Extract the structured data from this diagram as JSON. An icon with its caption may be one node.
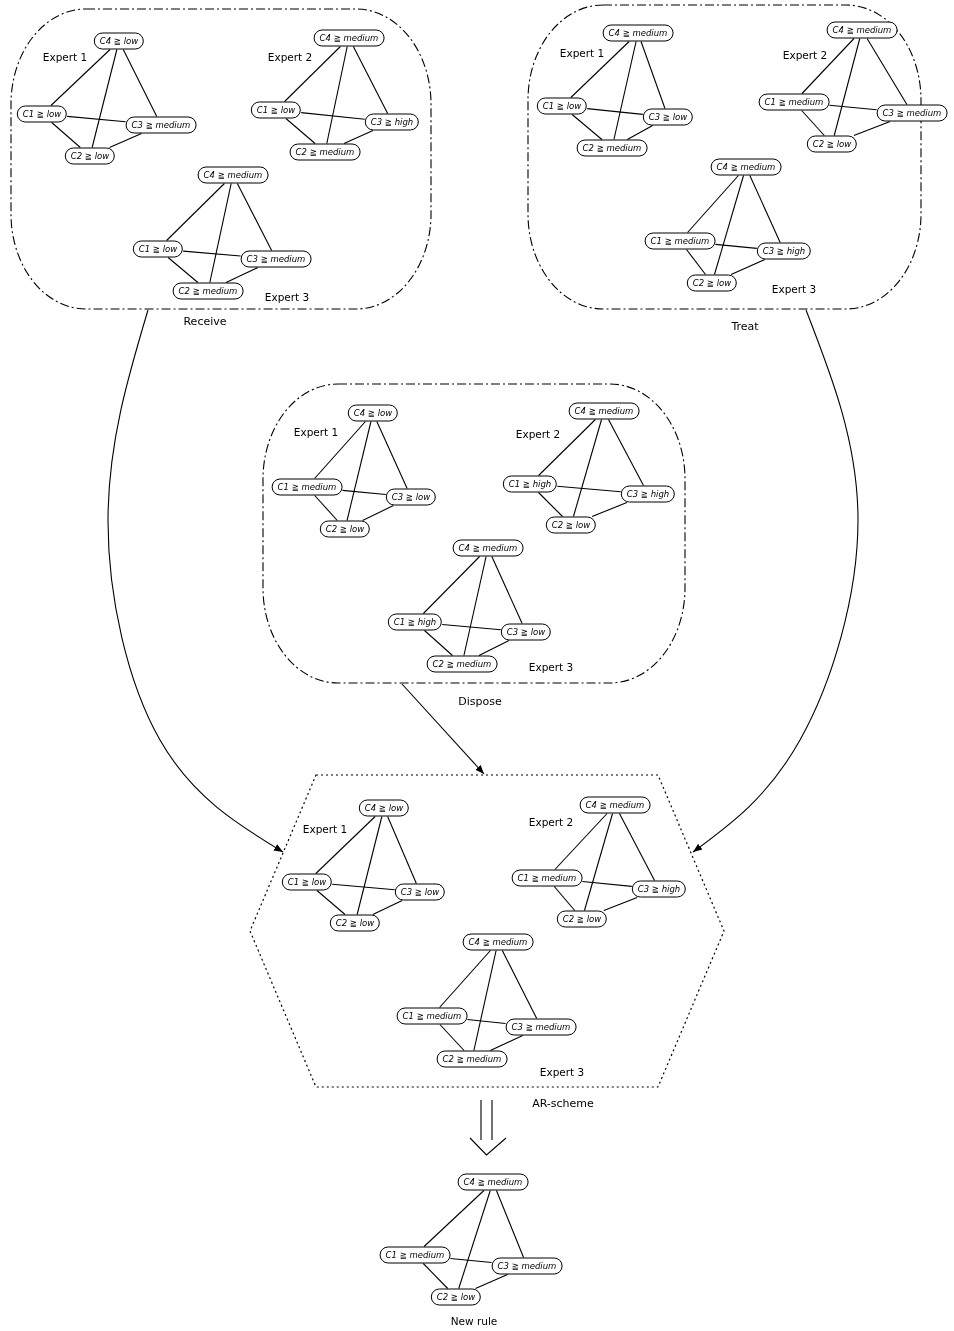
{
  "diagram": {
    "nodes": [
      {
        "text": [
          "Receive"
        ]
      },
      {
        "text": [
          "C4 ≧ low"
        ],
        "in": 0
      },
      {
        "text": [
          "C1 ≧ low"
        ],
        "in": 0
      },
      {
        "text": [
          "C3 ≧ medium"
        ],
        "in": 0
      },
      {
        "text": [
          "C2 ≧ low"
        ],
        "in": 0
      },
      {
        "text": [
          "C4 ≧ medium"
        ],
        "in": 0
      },
      {
        "text": [
          "C1 ≧ low"
        ],
        "in": 0
      },
      {
        "text": [
          "C3 ≧ high"
        ],
        "in": 0
      },
      {
        "text": [
          "C2 ≧ medium"
        ],
        "in": 0
      },
      {
        "text": [
          "C4 ≧ medium"
        ],
        "in": 0
      },
      {
        "text": [
          "C1 ≧ low"
        ],
        "in": 0
      },
      {
        "text": [
          "C3 ≧ medium"
        ],
        "in": 0
      },
      {
        "text": [
          "C2 ≧ medium"
        ],
        "in": 0
      },
      {
        "text": [
          "Treat"
        ]
      },
      {
        "text": [
          "C4 ≧ medium"
        ],
        "in": 13
      },
      {
        "text": [
          "C1 ≧ low"
        ],
        "in": 13
      },
      {
        "text": [
          "C3 ≧ low"
        ],
        "in": 13
      },
      {
        "text": [
          "C2 ≧ medium"
        ],
        "in": 13
      },
      {
        "text": [
          "C4 ≧ medium"
        ],
        "in": 13
      },
      {
        "text": [
          "C1 ≧ medium"
        ],
        "in": 13
      },
      {
        "text": [
          "C3 ≧ medium"
        ],
        "in": 13
      },
      {
        "text": [
          "C2 ≧ low"
        ],
        "in": 13
      },
      {
        "text": [
          "C4 ≧ medium"
        ],
        "in": 13
      },
      {
        "text": [
          "C1 ≧ medium"
        ],
        "in": 13
      },
      {
        "text": [
          "C3 ≧ high"
        ],
        "in": 13
      },
      {
        "text": [
          "C2 ≧ low"
        ],
        "in": 13
      },
      {
        "text": [
          "Dispose"
        ]
      },
      {
        "text": [
          "C4 ≧ low"
        ],
        "in": 26
      },
      {
        "text": [
          "C1 ≧ medium"
        ],
        "in": 26
      },
      {
        "text": [
          "C3 ≧ low"
        ],
        "in": 26
      },
      {
        "text": [
          "C2 ≧ low"
        ],
        "in": 26
      },
      {
        "text": [
          "C4 ≧ medium"
        ],
        "in": 26
      },
      {
        "text": [
          "C1 ≧ high"
        ],
        "in": 26
      },
      {
        "text": [
          "C3 ≧ high"
        ],
        "in": 26
      },
      {
        "text": [
          "C2 ≧ low"
        ],
        "in": 26
      },
      {
        "text": [
          "C4 ≧ medium"
        ],
        "in": 26
      },
      {
        "text": [
          "C1 ≧ high"
        ],
        "in": 26
      },
      {
        "text": [
          "C3 ≧ low"
        ],
        "in": 26
      },
      {
        "text": [
          "C2 ≧ medium"
        ],
        "in": 26
      },
      {
        "text": [
          "AR-scheme"
        ]
      },
      {
        "text": [
          "C4 ≧ low"
        ],
        "in": 39
      },
      {
        "text": [
          "C1 ≧ low"
        ],
        "in": 39
      },
      {
        "text": [
          "C3 ≧ low"
        ],
        "in": 39
      },
      {
        "text": [
          "C2 ≧ low"
        ],
        "in": 39
      },
      {
        "text": [
          "C4 ≧ medium"
        ],
        "in": 39
      },
      {
        "text": [
          "C1 ≧ medium"
        ],
        "in": 39
      },
      {
        "text": [
          "C3 ≧ high"
        ],
        "in": 39
      },
      {
        "text": [
          "C2 ≧ low"
        ],
        "in": 39
      },
      {
        "text": [
          "C4 ≧ medium"
        ],
        "in": 39
      },
      {
        "text": [
          "C1 ≧ medium"
        ],
        "in": 39
      },
      {
        "text": [
          "C3 ≧ medium"
        ],
        "in": 39
      },
      {
        "text": [
          "C2 ≧ medium"
        ],
        "in": 39
      },
      {
        "text": [
          "C4 ≧ medium"
        ]
      },
      {
        "text": [
          "C1 ≧ medium"
        ]
      },
      {
        "text": [
          "C3 ≧ medium"
        ]
      },
      {
        "text": [
          "C2 ≧ low"
        ]
      }
    ],
    "edges": [
      {
        "from": 1,
        "to": 2,
        "arrow": "none"
      },
      {
        "from": 1,
        "to": 4,
        "arrow": "none"
      },
      {
        "from": 1,
        "to": 3,
        "arrow": "none"
      },
      {
        "from": 2,
        "to": 4,
        "arrow": "none"
      },
      {
        "from": 2,
        "to": 3,
        "arrow": "none"
      },
      {
        "from": 4,
        "to": 3,
        "arrow": "none"
      },
      {
        "from": 5,
        "to": 6,
        "arrow": "none"
      },
      {
        "from": 5,
        "to": 8,
        "arrow": "none"
      },
      {
        "from": 5,
        "to": 7,
        "arrow": "none"
      },
      {
        "from": 6,
        "to": 8,
        "arrow": "none"
      },
      {
        "from": 6,
        "to": 7,
        "arrow": "none"
      },
      {
        "from": 8,
        "to": 7,
        "arrow": "none"
      },
      {
        "from": 9,
        "to": 10,
        "arrow": "none"
      },
      {
        "from": 9,
        "to": 12,
        "arrow": "none"
      },
      {
        "from": 9,
        "to": 11,
        "arrow": "none"
      },
      {
        "from": 10,
        "to": 12,
        "arrow": "none"
      },
      {
        "from": 10,
        "to": 11,
        "arrow": "none"
      },
      {
        "from": 12,
        "to": 11,
        "arrow": "none"
      },
      {
        "from": 14,
        "to": 15,
        "arrow": "none"
      },
      {
        "from": 14,
        "to": 17,
        "arrow": "none"
      },
      {
        "from": 14,
        "to": 16,
        "arrow": "none"
      },
      {
        "from": 15,
        "to": 17,
        "arrow": "none"
      },
      {
        "from": 15,
        "to": 16,
        "arrow": "none"
      },
      {
        "from": 17,
        "to": 16,
        "arrow": "none"
      },
      {
        "from": 18,
        "to": 19,
        "arrow": "none"
      },
      {
        "from": 18,
        "to": 21,
        "arrow": "none"
      },
      {
        "from": 18,
        "to": 20,
        "arrow": "none"
      },
      {
        "from": 19,
        "to": 21,
        "arrow": "none"
      },
      {
        "from": 19,
        "to": 20,
        "arrow": "none"
      },
      {
        "from": 21,
        "to": 20,
        "arrow": "none"
      },
      {
        "from": 22,
        "to": 23,
        "arrow": "none"
      },
      {
        "from": 22,
        "to": 25,
        "arrow": "none"
      },
      {
        "from": 22,
        "to": 24,
        "arrow": "none"
      },
      {
        "from": 23,
        "to": 25,
        "arrow": "none"
      },
      {
        "from": 23,
        "to": 24,
        "arrow": "none"
      },
      {
        "from": 25,
        "to": 24,
        "arrow": "none"
      },
      {
        "from": 27,
        "to": 28,
        "arrow": "none"
      },
      {
        "from": 27,
        "to": 30,
        "arrow": "none"
      },
      {
        "from": 27,
        "to": 29,
        "arrow": "none"
      },
      {
        "from": 28,
        "to": 30,
        "arrow": "none"
      },
      {
        "from": 28,
        "to": 29,
        "arrow": "none"
      },
      {
        "from": 30,
        "to": 29,
        "arrow": "none"
      },
      {
        "from": 31,
        "to": 32,
        "arrow": "none"
      },
      {
        "from": 31,
        "to": 34,
        "arrow": "none"
      },
      {
        "from": 31,
        "to": 33,
        "arrow": "none"
      },
      {
        "from": 32,
        "to": 34,
        "arrow": "none"
      },
      {
        "from": 32,
        "to": 33,
        "arrow": "none"
      },
      {
        "from": 34,
        "to": 33,
        "arrow": "none"
      },
      {
        "from": 35,
        "to": 36,
        "arrow": "none"
      },
      {
        "from": 35,
        "to": 38,
        "arrow": "none"
      },
      {
        "from": 35,
        "to": 37,
        "arrow": "none"
      },
      {
        "from": 36,
        "to": 38,
        "arrow": "none"
      },
      {
        "from": 36,
        "to": 37,
        "arrow": "none"
      },
      {
        "from": 38,
        "to": 37,
        "arrow": "none"
      },
      {
        "from": 40,
        "to": 41,
        "arrow": "none"
      },
      {
        "from": 40,
        "to": 43,
        "arrow": "none"
      },
      {
        "from": 40,
        "to": 42,
        "arrow": "none"
      },
      {
        "from": 41,
        "to": 43,
        "arrow": "none"
      },
      {
        "from": 41,
        "to": 42,
        "arrow": "none"
      },
      {
        "from": 43,
        "to": 42,
        "arrow": "none"
      },
      {
        "from": 44,
        "to": 45,
        "arrow": "none"
      },
      {
        "from": 44,
        "to": 47,
        "arrow": "none"
      },
      {
        "from": 44,
        "to": 46,
        "arrow": "none"
      },
      {
        "from": 45,
        "to": 47,
        "arrow": "none"
      },
      {
        "from": 45,
        "to": 46,
        "arrow": "none"
      },
      {
        "from": 47,
        "to": 46,
        "arrow": "none"
      },
      {
        "from": 48,
        "to": 49,
        "arrow": "none"
      },
      {
        "from": 48,
        "to": 51,
        "arrow": "none"
      },
      {
        "from": 48,
        "to": 50,
        "arrow": "none"
      },
      {
        "from": 49,
        "to": 51,
        "arrow": "none"
      },
      {
        "from": 49,
        "to": 50,
        "arrow": "none"
      },
      {
        "from": 51,
        "to": 50,
        "arrow": "none"
      },
      {
        "from": 52,
        "to": 53,
        "arrow": "none"
      },
      {
        "from": 52,
        "to": 55,
        "arrow": "none"
      },
      {
        "from": 52,
        "to": 54,
        "arrow": "none"
      },
      {
        "from": 53,
        "to": 55,
        "arrow": "none"
      },
      {
        "from": 53,
        "to": 54,
        "arrow": "none"
      },
      {
        "from": 55,
        "to": 54,
        "arrow": "none"
      },
      {
        "from": 0,
        "to": 39,
        "arrow": "to"
      },
      {
        "from": 13,
        "to": 39,
        "arrow": "to"
      },
      {
        "from": 26,
        "to": 39,
        "arrow": "to"
      },
      {
        "from": 39,
        "to": null,
        "arrow": "to"
      }
    ],
    "labels": [
      "Expert 1",
      "Expert 2",
      "Expert 3",
      "Expert 1",
      "Expert 2",
      "Expert 3",
      "Expert 1",
      "Expert 2",
      "Expert 3",
      "Expert 1",
      "Expert 2",
      "Expert 3",
      "New rule"
    ]
  }
}
